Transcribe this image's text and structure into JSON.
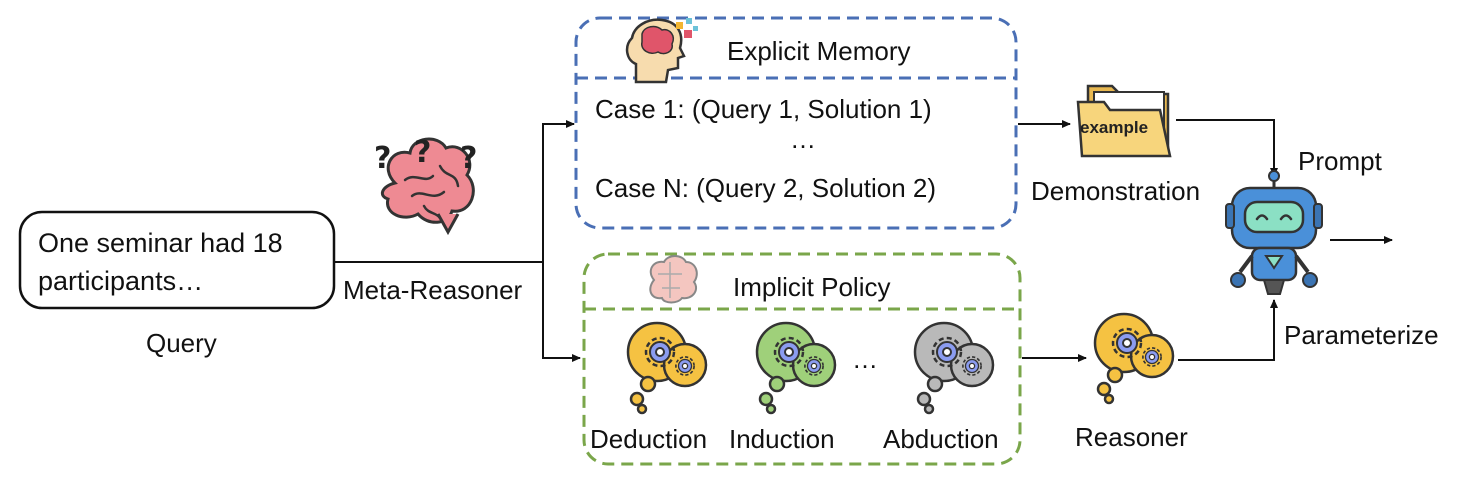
{
  "query": {
    "text_line1": "One seminar had 18",
    "text_line2": "participants…",
    "label": "Query"
  },
  "meta_reasoner": {
    "label": "Meta-Reasoner",
    "question_mark": "?"
  },
  "explicit_memory": {
    "title": "Explicit Memory",
    "case_first": "Case 1: (Query 1, Solution 1)",
    "ellipsis": "…",
    "case_last": "Case N: (Query 2, Solution 2)",
    "border_color": "#4a6fb5"
  },
  "implicit_policy": {
    "title": "Implicit Policy",
    "modes": [
      "Deduction",
      "Induction",
      "Abduction"
    ],
    "ellipsis": "…",
    "border_color": "#7aa64a"
  },
  "demonstration": {
    "folder_tag": "example",
    "label": "Demonstration"
  },
  "reasoner": {
    "label": "Reasoner"
  },
  "llm": {
    "prompt_label": "Prompt",
    "parameterize_label": "Parameterize"
  },
  "colors": {
    "brain": "#ee8a93",
    "deduction_bubble": "#f5c242",
    "induction_bubble": "#9fd07a",
    "abduction_bubble": "#b9b9b9",
    "gear": "#8b9cf0",
    "folder": "#f7d57c",
    "robot": "#4a90d9",
    "robot_face": "#8be0c4"
  }
}
